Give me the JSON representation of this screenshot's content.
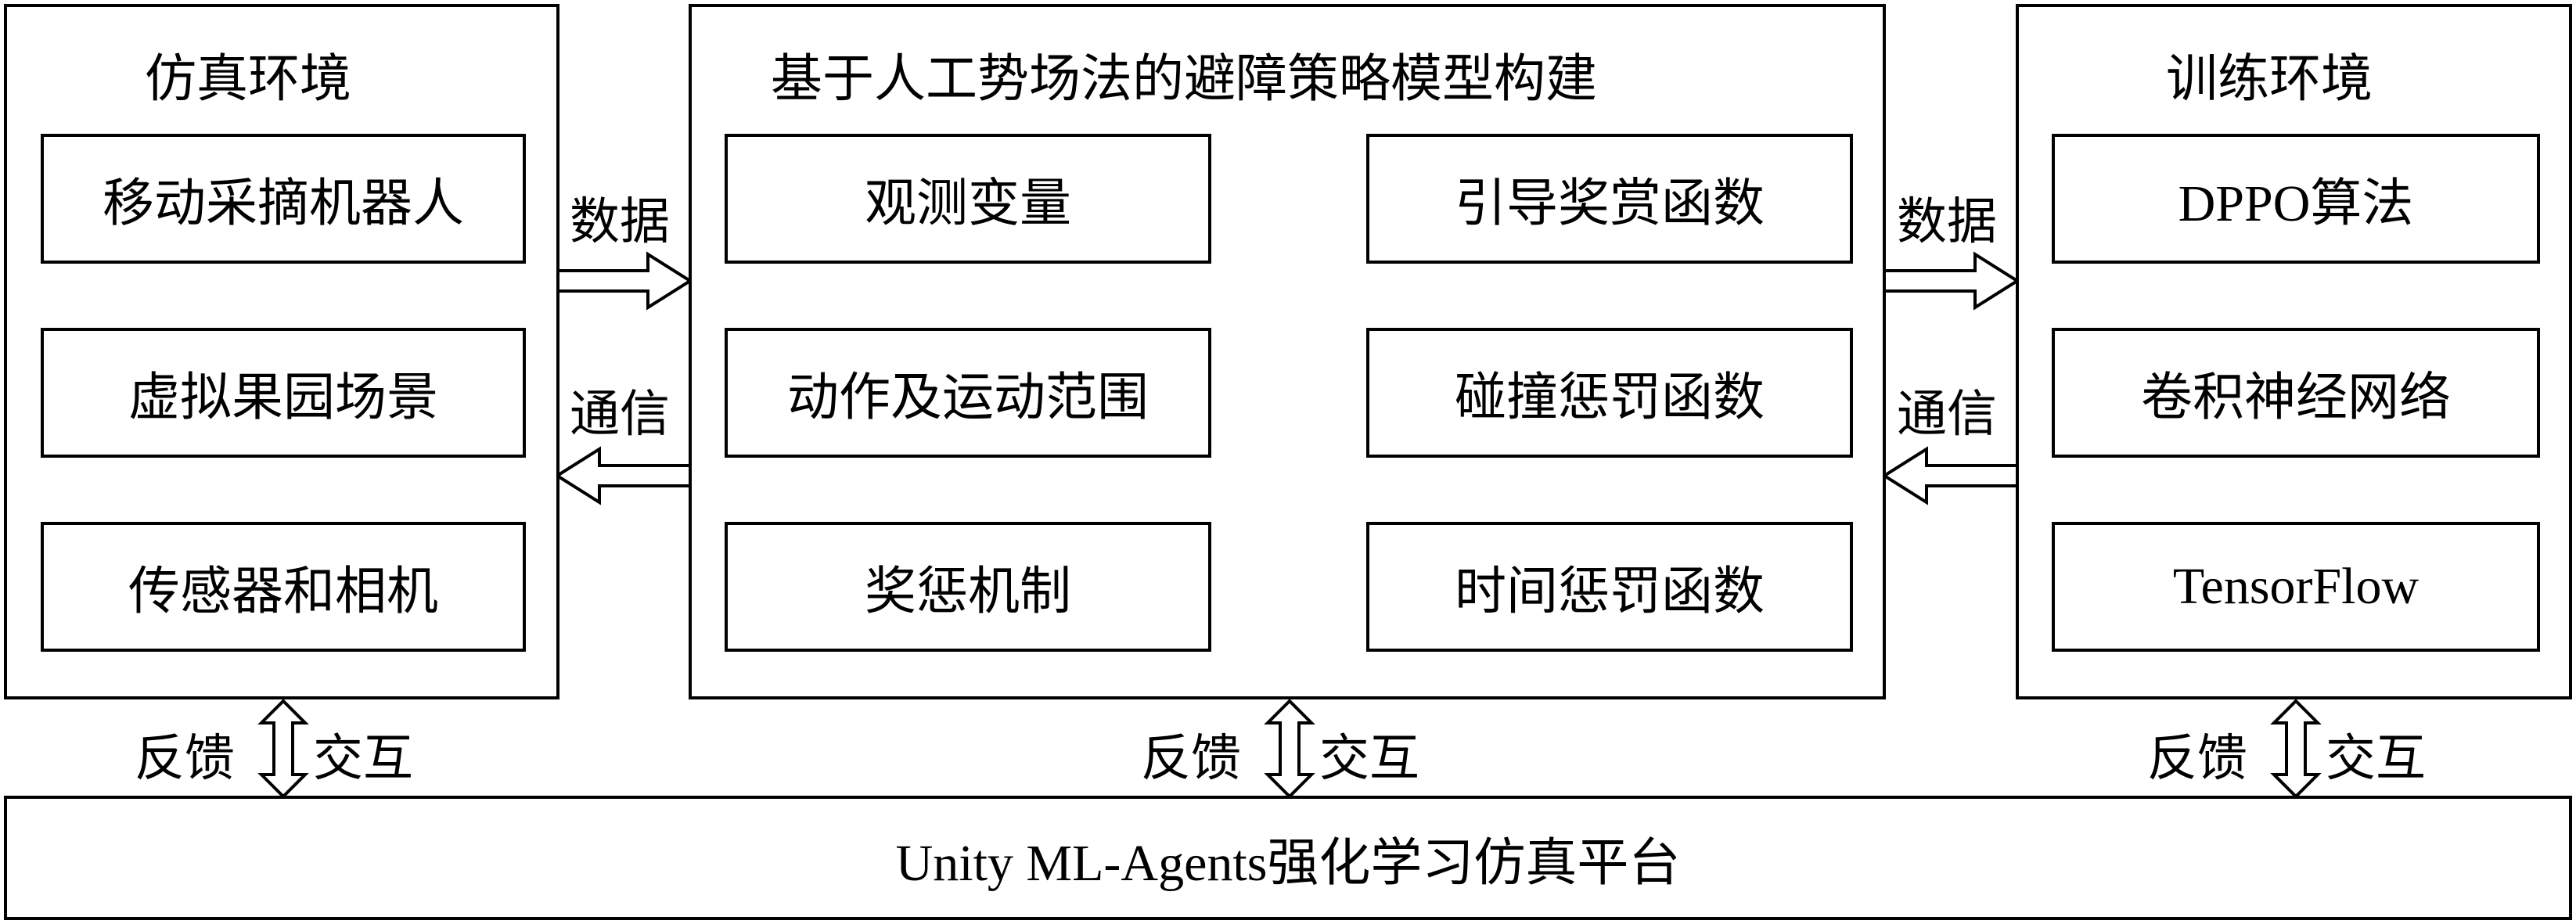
{
  "simulation_panel": {
    "title": "仿真环境",
    "items": [
      "移动采摘机器人",
      "虚拟果园场景",
      "传感器和相机"
    ]
  },
  "model_panel": {
    "title": "基于人工势场法的避障策略模型构建",
    "left_items": [
      "观测变量",
      "动作及运动范围",
      "奖惩机制"
    ],
    "right_items": [
      "引导奖赏函数",
      "碰撞惩罚函数",
      "时间惩罚函数"
    ]
  },
  "training_panel": {
    "title": "训练环境",
    "items": [
      "DPPO算法",
      "卷积神经网络",
      "TensorFlow"
    ]
  },
  "connectors": {
    "data_label": "数据",
    "comm_label": "通信",
    "feedback_label": "反馈",
    "interact_label": "交互"
  },
  "platform": {
    "label": "Unity ML-Agents强化学习仿真平台"
  }
}
